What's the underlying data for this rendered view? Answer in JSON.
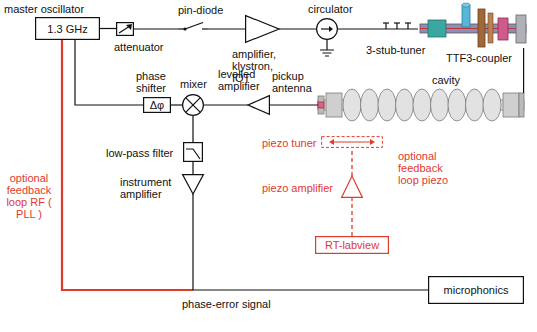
{
  "diagram": {
    "nodes": [
      {
        "text": [
          "master oscillator",
          "1.3 GHz"
        ]
      },
      {
        "text": [
          "attenuator"
        ]
      },
      {
        "text": [
          "pin-diode"
        ]
      },
      {
        "text": [
          "amplifier, klystron, IOT"
        ]
      },
      {
        "text": [
          "circulator"
        ]
      },
      {
        "text": [
          "3-stub-tuner"
        ]
      },
      {
        "text": [
          "TTF3-coupler"
        ]
      },
      {
        "text": [
          "phase shifter",
          "Δφ"
        ]
      },
      {
        "text": [
          "mixer"
        ]
      },
      {
        "text": [
          "levelled amplifier"
        ]
      },
      {
        "text": [
          "cavity"
        ]
      },
      {
        "text": [
          "low-pass filter"
        ]
      },
      {
        "text": [
          "piezo tuner"
        ]
      },
      {
        "text": [
          "instrument amplifier"
        ]
      },
      {
        "text": [
          "piezo amplifier"
        ]
      },
      {
        "text": [
          "RT-labview"
        ]
      },
      {
        "text": [
          "microphonics"
        ]
      }
    ],
    "edges": [
      {
        "from": 0,
        "to": 1,
        "arrow": "none"
      },
      {
        "from": 1,
        "to": 2,
        "arrow": "none"
      },
      {
        "from": 2,
        "to": 3,
        "arrow": "none"
      },
      {
        "from": 3,
        "to": 4,
        "arrow": "none"
      },
      {
        "from": 4,
        "to": 5,
        "arrow": "none"
      },
      {
        "from": 5,
        "to": 6,
        "arrow": "none"
      },
      {
        "from": 6,
        "to": 10,
        "arrow": "none"
      },
      {
        "from": 0,
        "to": 7,
        "arrow": "none"
      },
      {
        "from": 7,
        "to": 8,
        "arrow": "none"
      },
      {
        "from": 10,
        "to": 9,
        "arrow": "none"
      },
      {
        "from": 9,
        "to": 8,
        "arrow": "none"
      },
      {
        "from": 8,
        "to": 11,
        "arrow": "none"
      },
      {
        "from": 11,
        "to": 13,
        "arrow": "none"
      },
      {
        "from": 13,
        "to": 16,
        "arrow": "none"
      },
      {
        "from": 15,
        "to": 14,
        "arrow": "none"
      },
      {
        "from": 14,
        "to": 12,
        "arrow": "none"
      }
    ],
    "labels": [
      "pickup antenna",
      "optional feedback loop RF ( PLL )",
      "optional feedback loop piezo",
      "phase-error signal"
    ]
  }
}
